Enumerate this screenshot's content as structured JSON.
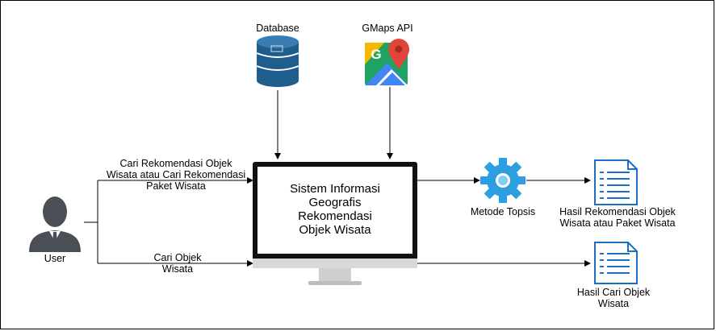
{
  "nodes": {
    "database": {
      "label": "Database"
    },
    "gmaps": {
      "label": "GMaps API"
    },
    "system": {
      "line1": "Sistem Informasi",
      "line2": "Geografis",
      "line3": "Rekomendasi",
      "line4": "Objek Wisata"
    },
    "user": {
      "label": "User"
    },
    "topsis": {
      "label": "Metode Topsis"
    },
    "result_recommendation": {
      "line1": "Hasil Rekomendasi Objek",
      "line2": "Wisata atau Paket Wisata"
    },
    "result_search": {
      "line1": "Hasil Cari Objek",
      "line2": "Wisata"
    }
  },
  "edges": {
    "recommend_request": {
      "line1": "Cari Rekomendasi Objek",
      "line2": "Wisata atau Cari Rekomendasi",
      "line3": "Paket Wisata"
    },
    "search_request": {
      "line1": "Cari Objek",
      "line2": "Wisata"
    }
  },
  "colors": {
    "db_blue": "#1f5d8c",
    "gear_blue": "#2b9fe0",
    "doc_blue": "#1a6fc0",
    "user_gray": "#4a4f56",
    "monitor_black": "#111111",
    "maps_green": "#1ea362",
    "maps_yellow": "#f6b800",
    "maps_blue": "#4285f4",
    "maps_red": "#e0453a"
  }
}
